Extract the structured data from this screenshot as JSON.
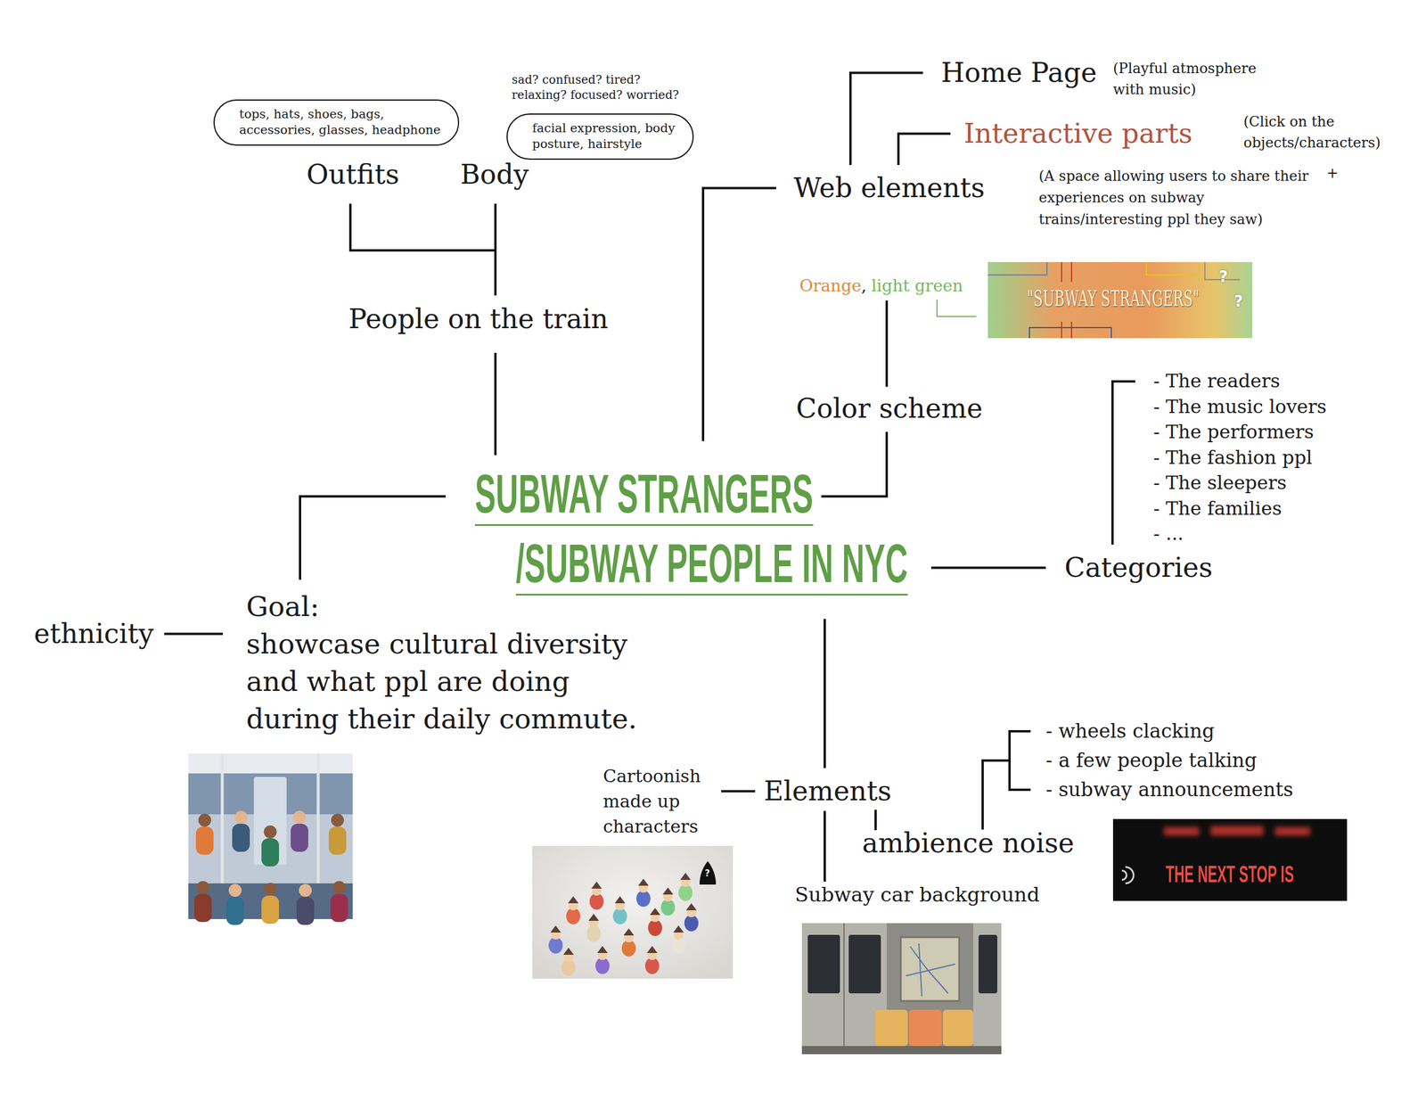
{
  "diagram": {
    "nodes": [
      {
        "text": [
          "SUBWAY STRANGERS",
          "/SUBWAY PEOPLE IN NYC"
        ]
      },
      {
        "text": [
          "People on the train"
        ]
      },
      {
        "text": [
          "Outfits"
        ]
      },
      {
        "text": [
          "tops, hats, shoes, bags, accessories, glasses, headphone"
        ]
      },
      {
        "text": [
          "Body"
        ]
      },
      {
        "text": [
          "facial expression, body posture, hairstyle"
        ]
      },
      {
        "text": [
          "Web elements"
        ]
      },
      {
        "text": [
          "Home Page"
        ]
      },
      {
        "text": [
          "Interactive parts"
        ]
      },
      {
        "text": [
          "Color scheme"
        ]
      },
      {
        "text": [
          "Orange",
          ",",
          "light green"
        ]
      },
      {
        "text": [
          "Categories"
        ]
      },
      {
        "text": [
          "- The readers",
          "- The music lovers",
          "- The performers",
          "- The fashion ppl",
          "- The sleepers",
          "- The families",
          "- ..."
        ]
      },
      {
        "text": [
          "Goal:",
          "showcase cultural diversity and what ppl are doing during their daily commute."
        ]
      },
      {
        "text": [
          "ethnicity"
        ]
      },
      {
        "text": [
          "Elements"
        ]
      },
      {
        "text": [
          "Cartoonish made up characters"
        ]
      },
      {
        "text": [
          "ambience noise"
        ]
      },
      {
        "text": [
          "- wheels clacking",
          "- a few people talking",
          "- subway announcements"
        ]
      },
      {
        "text": [
          "Subway car background"
        ]
      }
    ],
    "edges": [
      {
        "from": 0,
        "to": 1,
        "arrow": "none"
      },
      {
        "from": 1,
        "to": 2,
        "arrow": "none"
      },
      {
        "from": 1,
        "to": 4,
        "arrow": "none"
      },
      {
        "from": 0,
        "to": 6,
        "arrow": "none"
      },
      {
        "from": 6,
        "to": 7,
        "arrow": "none"
      },
      {
        "from": 6,
        "to": 8,
        "arrow": "none"
      },
      {
        "from": 0,
        "to": 9,
        "arrow": "none"
      },
      {
        "from": 9,
        "to": 10,
        "arrow": "none"
      },
      {
        "from": 0,
        "to": 11,
        "arrow": "none"
      },
      {
        "from": 11,
        "to": 12,
        "arrow": "none"
      },
      {
        "from": 0,
        "to": 13,
        "arrow": "none"
      },
      {
        "from": 13,
        "to": 14,
        "arrow": "none"
      },
      {
        "from": 0,
        "to": 15,
        "arrow": "none"
      },
      {
        "from": 15,
        "to": 16,
        "arrow": "none"
      },
      {
        "from": 15,
        "to": 17,
        "arrow": "none"
      },
      {
        "from": 15,
        "to": 19,
        "arrow": "none"
      },
      {
        "from": 17,
        "to": 18,
        "arrow": "none"
      }
    ],
    "labels": [
      "sad? confused? tired? relaxing? focused? worried?",
      "(Playful atmosphere with music)",
      "(Click on the objects/characters)",
      "(A space allowing users to share their experiences on subway trains/interesting ppl they saw)",
      "+",
      "\"SUBWAY STRANGERS\"",
      "?",
      "?",
      "?",
      "THE NEXT STOP IS"
    ]
  }
}
